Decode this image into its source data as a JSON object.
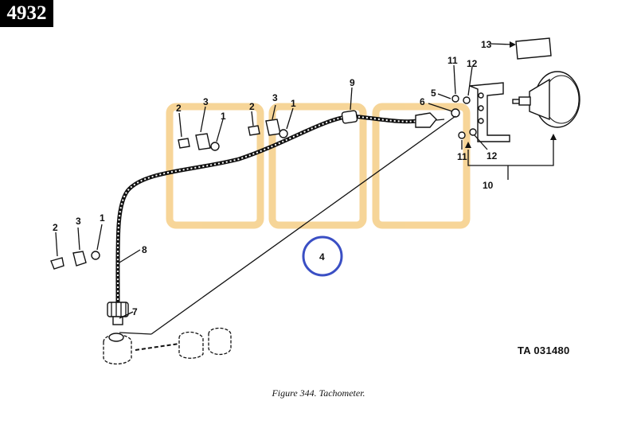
{
  "page_badge": "4932",
  "callouts": {
    "c1_a": "1",
    "c1_b": "1",
    "c1_c": "1",
    "c2_a": "2",
    "c2_b": "2",
    "c2_c": "2",
    "c3_a": "3",
    "c3_b": "3",
    "c3_c": "3",
    "c4": "4",
    "c5": "5",
    "c6": "6",
    "c7": "7",
    "c8": "8",
    "c9": "9",
    "c10": "10",
    "c11_a": "11",
    "c11_b": "11",
    "c12_a": "12",
    "c12_b": "12",
    "c13": "13"
  },
  "ta_number": "TA 031480",
  "caption": "Figure  344.  Tachometer.",
  "colors": {
    "watermark": "#f4c776",
    "highlight_circle": "#3a4fc4",
    "ink": "#111111"
  }
}
